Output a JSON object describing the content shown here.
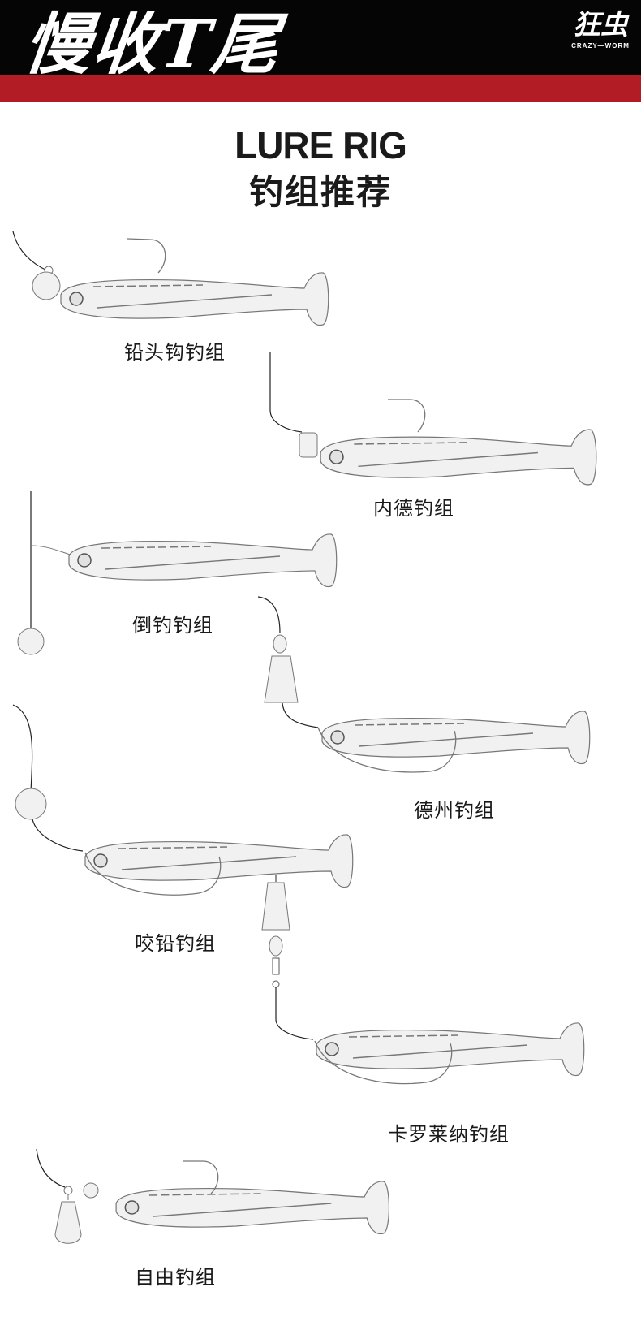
{
  "header": {
    "title": "慢收T尾",
    "logo_cn": "狂虫",
    "logo_en": "CRAZY—WORM",
    "colors": {
      "black": "#050505",
      "red": "#b21c24"
    }
  },
  "heading": {
    "title_en": "LURE RIG",
    "title_cn": "钓组推荐"
  },
  "rigs": [
    {
      "label": "铅头钩钓组"
    },
    {
      "label": "内德钓组"
    },
    {
      "label": "倒钓钓组"
    },
    {
      "label": "德州钓组"
    },
    {
      "label": "咬铅钓组"
    },
    {
      "label": "卡罗莱纳钓组"
    },
    {
      "label": "自由钓组"
    }
  ]
}
